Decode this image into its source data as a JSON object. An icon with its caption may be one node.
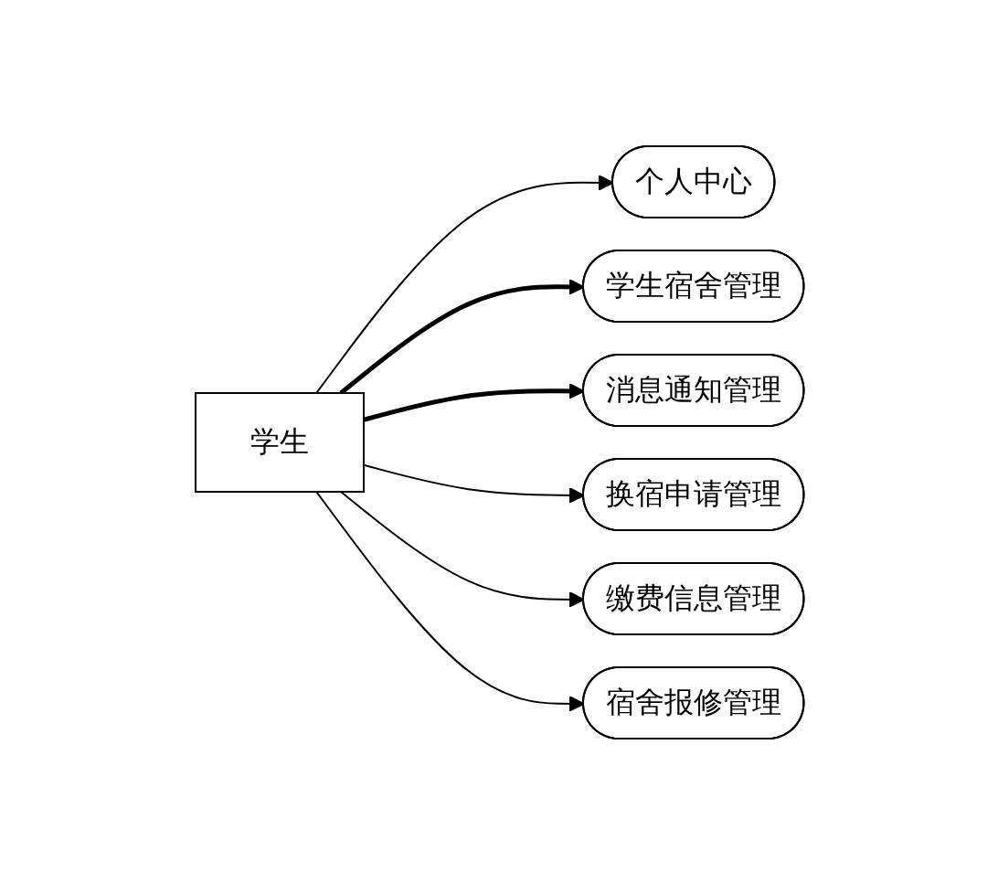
{
  "diagram": {
    "nodes": [
      {
        "text": [
          "学生"
        ]
      },
      {
        "text": [
          "个人中心"
        ]
      },
      {
        "text": [
          "学生宿舍管理"
        ]
      },
      {
        "text": [
          "消息通知管理"
        ]
      },
      {
        "text": [
          "换宿申请管理"
        ]
      },
      {
        "text": [
          "缴费信息管理"
        ]
      },
      {
        "text": [
          "宿舍报修管理"
        ]
      }
    ],
    "edges": [
      {
        "from": 0,
        "to": 1,
        "arrow": "to"
      },
      {
        "from": 0,
        "to": 2,
        "arrow": "to",
        "style": "thick"
      },
      {
        "from": 0,
        "to": 3,
        "arrow": "to",
        "style": "thick"
      },
      {
        "from": 0,
        "to": 4,
        "arrow": "to"
      },
      {
        "from": 0,
        "to": 5,
        "arrow": "to"
      },
      {
        "from": 0,
        "to": 6,
        "arrow": "to"
      }
    ]
  }
}
